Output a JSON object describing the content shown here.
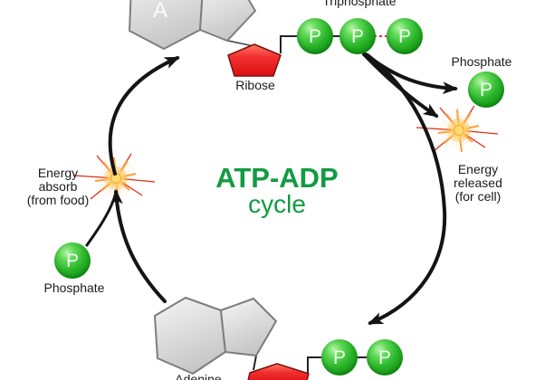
{
  "diagram_title": {
    "line1": "ATP-ADP",
    "line2": "cycle"
  },
  "labels": {
    "triphosphate": "Triphosphate",
    "ribose": "Ribose",
    "adenine": "Adenine",
    "phosphate_right": "Phosphate",
    "phosphate_left": "Phosphate",
    "energy_released_line1": "Energy",
    "energy_released_line2": "released",
    "energy_released_line3": "(for cell)",
    "energy_absorb_line1": "Energy",
    "energy_absorb_line2": "absorb",
    "energy_absorb_line3": "(from food)"
  },
  "molecules": {
    "adenine_letter": "A",
    "phosphate_letter": "P"
  },
  "colors": {
    "title_green": "#129b42",
    "phosphate_green": "#2cb62c",
    "ribose_red": "#e81616",
    "arrow_black": "#141414",
    "burst_red": "#dd3012",
    "burst_orange": "#ff9e3c",
    "label_black": "#1b1b1b"
  }
}
